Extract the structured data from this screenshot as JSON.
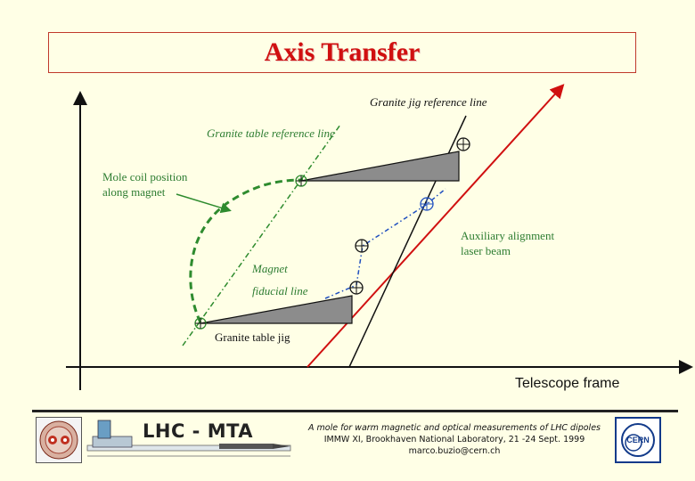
{
  "title": "Axis Transfer",
  "labels": {
    "granite_jig_reference_line": "Granite jig reference line",
    "granite_table_reference_line": "Granite table reference line",
    "mole_coil_position_line1": "Mole coil position",
    "mole_coil_position_line2": "along magnet",
    "auxiliary_alignment_line1": "Auxiliary alignment",
    "auxiliary_alignment_line2": "laser beam",
    "magnet": "Magnet",
    "fiducial_line": "fiducial line",
    "granite_table_jig": "Granite table jig",
    "telescope_frame": "Telescope frame"
  },
  "footer": {
    "banner_label": "LHC - MTA",
    "line1": "A mole for warm magnetic and optical measurements of LHC dipoles",
    "line2": "IMMW XI, Brookhaven National Laboratory, 21 -24 Sept. 1999",
    "line3": "marco.buzio@cern.ch",
    "cern_logo_text": "CERN"
  },
  "colors": {
    "title": "#d01010",
    "telescope_line": "#d01010",
    "green_text": "#2e7d32",
    "green_curve": "#2e8b2e",
    "blue_dashes": "#1f4fbf",
    "jig_fill": "#8c8c8c"
  }
}
